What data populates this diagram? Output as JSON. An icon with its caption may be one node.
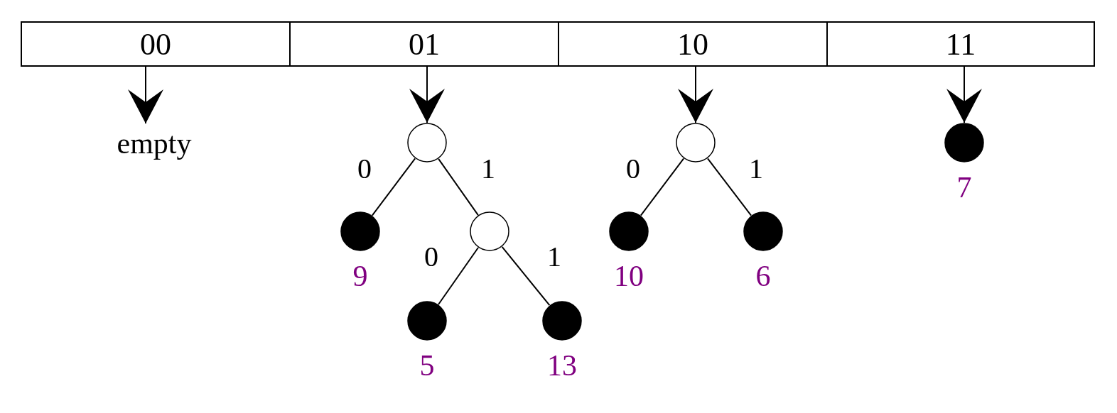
{
  "diagram": {
    "nodes": [
      {
        "text": [
          "00"
        ]
      },
      {
        "text": [
          "01"
        ]
      },
      {
        "text": [
          "10"
        ]
      },
      {
        "text": [
          "11"
        ]
      },
      {
        "text": [
          "empty"
        ]
      },
      {
        "text": [],
        "shape": "circle"
      },
      {
        "text": [],
        "shape": "dot",
        "beside": [
          "9"
        ]
      },
      {
        "text": [],
        "shape": "circle"
      },
      {
        "text": [],
        "shape": "dot",
        "beside": [
          "5"
        ]
      },
      {
        "text": [],
        "shape": "dot",
        "beside": [
          "13"
        ]
      },
      {
        "text": [],
        "shape": "circle"
      },
      {
        "text": [],
        "shape": "dot",
        "beside": [
          "10"
        ]
      },
      {
        "text": [],
        "shape": "dot",
        "beside": [
          "6"
        ]
      },
      {
        "text": [],
        "shape": "dot",
        "beside": [
          "7"
        ]
      }
    ],
    "edges": [
      {
        "from": 0,
        "to": 4,
        "arrow": "to"
      },
      {
        "from": 1,
        "to": 5,
        "arrow": "to"
      },
      {
        "from": 2,
        "to": 10,
        "arrow": "to"
      },
      {
        "from": 3,
        "to": 13,
        "arrow": "to"
      },
      {
        "from": 5,
        "to": 6,
        "arrow": "none",
        "label": "0"
      },
      {
        "from": 5,
        "to": 7,
        "arrow": "none",
        "label": "1"
      },
      {
        "from": 7,
        "to": 8,
        "arrow": "none",
        "label": "0"
      },
      {
        "from": 7,
        "to": 9,
        "arrow": "none",
        "label": "1"
      },
      {
        "from": 10,
        "to": 11,
        "arrow": "none",
        "label": "0"
      },
      {
        "from": 10,
        "to": 12,
        "arrow": "none",
        "label": "1"
      }
    ]
  }
}
